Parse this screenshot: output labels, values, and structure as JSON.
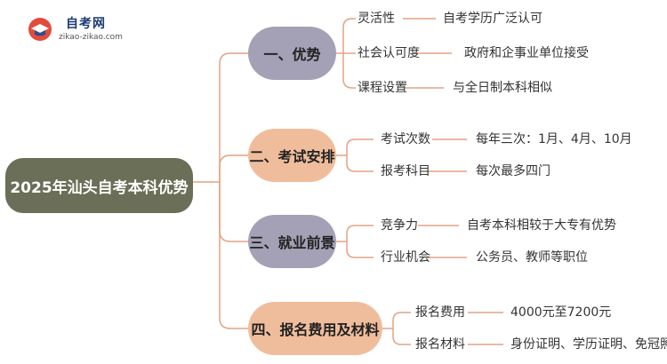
{
  "logo": {
    "title": "自考网",
    "url": "zikao-zikao.com"
  },
  "root": "2025年汕头自考本科优势",
  "branches": [
    {
      "label": "一、优势",
      "items": [
        {
          "key": "灵活性",
          "value": "自考学历广泛认可"
        },
        {
          "key": "社会认可度",
          "value": "政府和企事业单位接受"
        },
        {
          "key": "课程设置",
          "value": "与全日制本科相似"
        }
      ]
    },
    {
      "label": "二、考试安排",
      "items": [
        {
          "key": "考试次数",
          "value": "每年三次：1月、4月、10月"
        },
        {
          "key": "报考科目",
          "value": "每次最多四门"
        }
      ]
    },
    {
      "label": "三、就业前景",
      "items": [
        {
          "key": "竞争力",
          "value": "自考本科相较于大专有优势"
        },
        {
          "key": "行业机会",
          "value": "公务员、教师等职位"
        }
      ]
    },
    {
      "label": "四、报名费用及材料",
      "items": [
        {
          "key": "报名费用",
          "value": "4000元至7200元"
        },
        {
          "key": "报名材料",
          "value": "身份证明、学历证明、免冠照片"
        }
      ]
    }
  ],
  "colors": {
    "root": "#6b6f57",
    "purple": "#a4a0b5",
    "peach": "#f0bd9c",
    "line": "#e2a383"
  }
}
